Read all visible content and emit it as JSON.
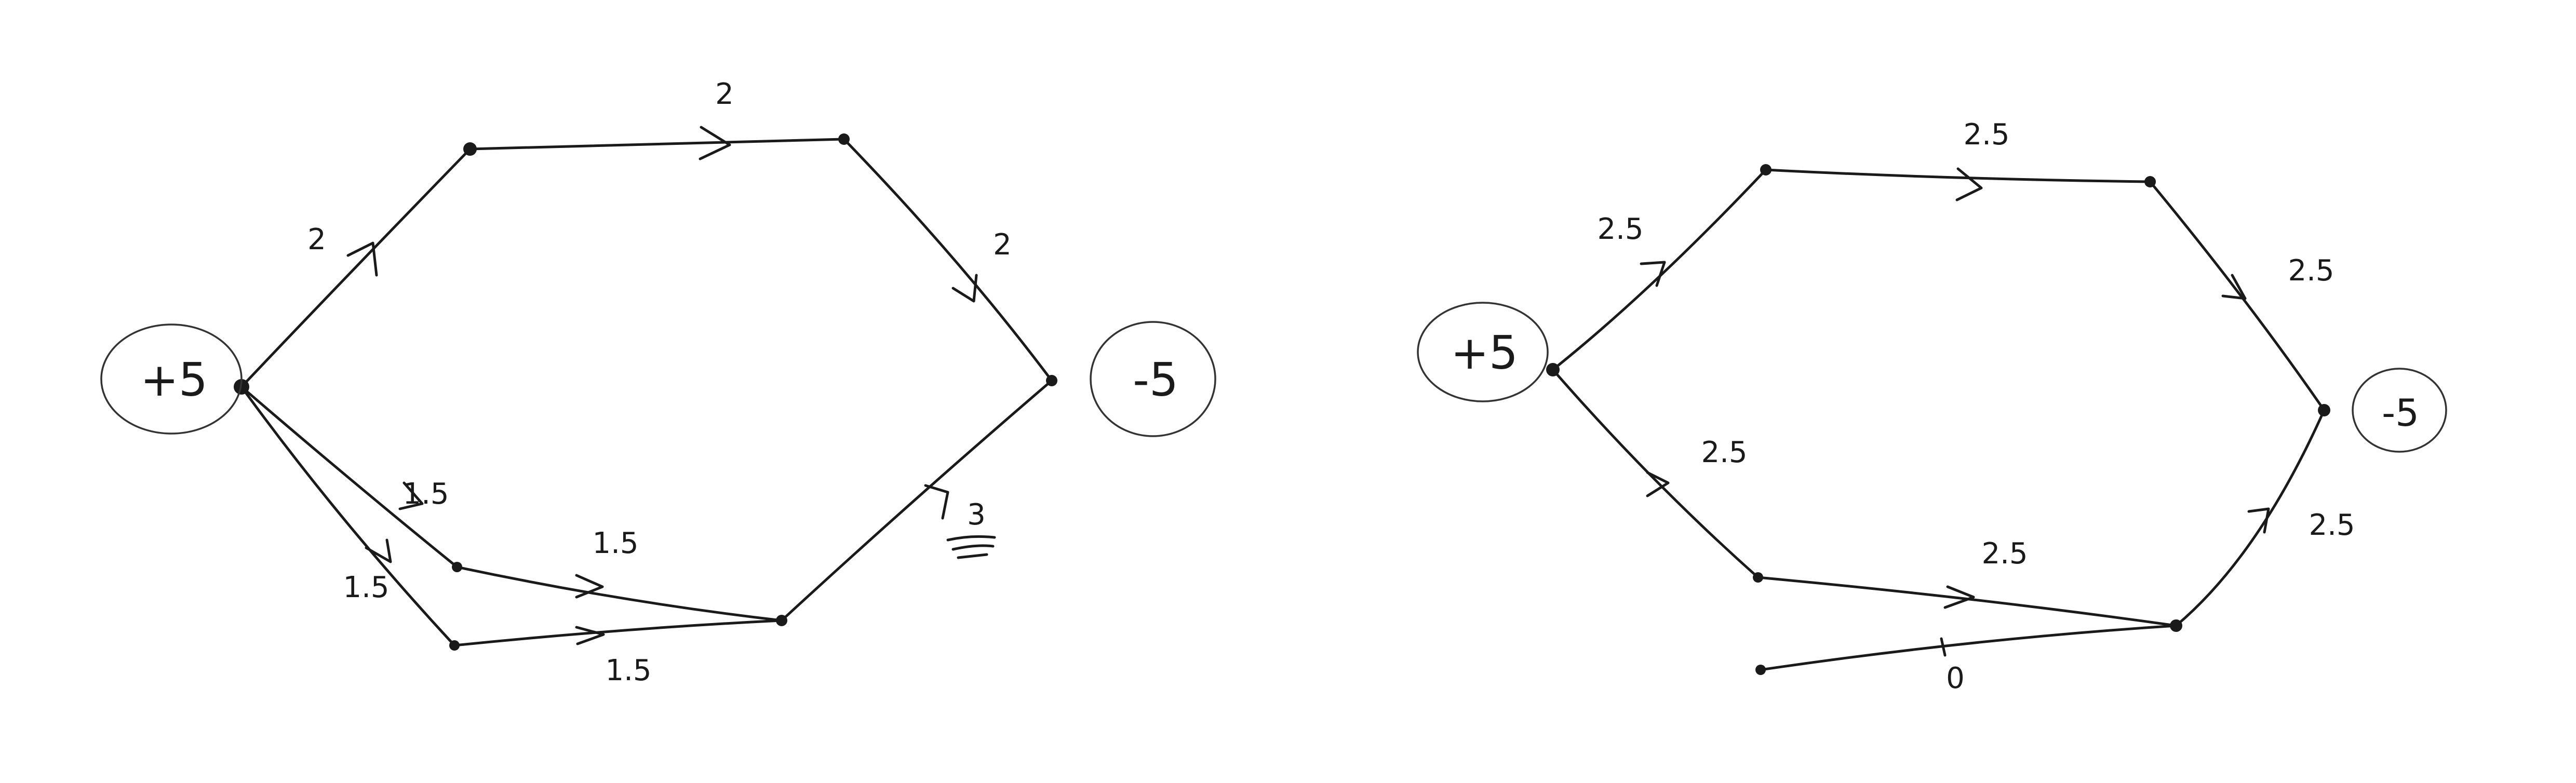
{
  "diagrams": [
    {
      "supply_label": "+5",
      "demand_label": "-5",
      "edges": [
        {
          "label": "2"
        },
        {
          "label": "2"
        },
        {
          "label": "2"
        },
        {
          "label": "1.5"
        },
        {
          "label": "1.5"
        },
        {
          "label": "1.5"
        },
        {
          "label": "1.5"
        },
        {
          "label": "3"
        }
      ]
    },
    {
      "supply_label": "+5",
      "demand_label": "-5",
      "edges": [
        {
          "label": "2.5"
        },
        {
          "label": "2.5"
        },
        {
          "label": "2.5"
        },
        {
          "label": "2.5"
        },
        {
          "label": "2.5"
        },
        {
          "label": "2.5"
        },
        {
          "label": "0"
        }
      ]
    }
  ]
}
